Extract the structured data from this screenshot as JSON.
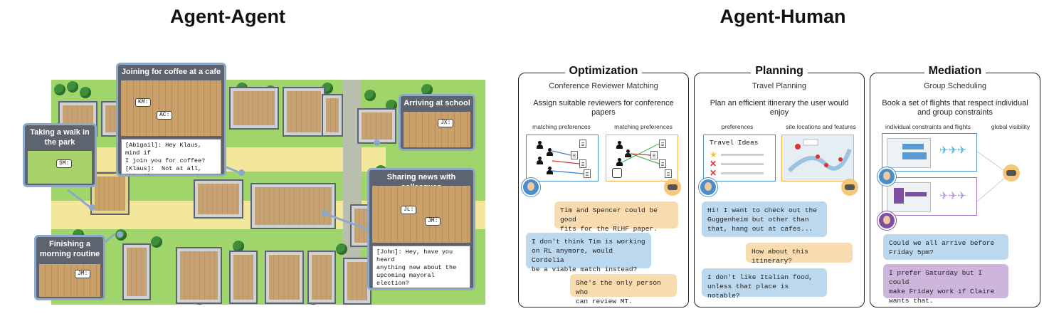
{
  "left_title": "Agent-Agent",
  "right_title": "Agent-Human",
  "map": {
    "callouts": [
      {
        "title": "Joining for coffee at a cafe",
        "tags": [
          "KM:",
          "AC:"
        ],
        "dialog": "[Abigail]: Hey Klaus, mind if\nI join you for coffee?\n[Klaus]:  Not at all, Abigail.\nHow are you?"
      },
      {
        "title": "Taking a walk in the park",
        "tags": [
          "SM:"
        ]
      },
      {
        "title": "Arriving at school",
        "tags": [
          "JX:"
        ]
      },
      {
        "title": "Sharing news with colleagues",
        "tags": [
          "JL:",
          "JM:"
        ],
        "dialog": "[John]: Hey, have you heard\nanything new about the\nupcoming mayoral election?\n[Tom]: No, not really. Do you\nknow who is running?"
      },
      {
        "title": "Finishing a morning routine",
        "tags": [
          "JM:"
        ]
      }
    ]
  },
  "panels": [
    {
      "title": "Optimization",
      "subtitle": "Conference Reviewer Matching",
      "description": "Assign suitable reviewers for conference papers",
      "captions": [
        "matching preferences",
        "matching preferences"
      ],
      "messages": [
        {
          "from": "agent",
          "text": "Tim and Spencer could be good\nfits for the RLHF paper."
        },
        {
          "from": "human",
          "text": "I don't think Tim is working\non RL anymore, would Cordelia\nbe a viable match instead?"
        },
        {
          "from": "agent",
          "text": "She's the only person who\ncan review MT."
        }
      ]
    },
    {
      "title": "Planning",
      "subtitle": "Travel Planning",
      "description": "Plan an efficient itinerary the user would enjoy",
      "captions": [
        "preferences",
        "site locations and features"
      ],
      "card_title": "Travel Ideas",
      "messages": [
        {
          "from": "human",
          "text": "Hi! I want to check out the\nGuggenheim but other than\nthat, hang out at cafes..."
        },
        {
          "from": "agent",
          "text": "How about this itinerary?"
        },
        {
          "from": "human",
          "text": "I don't like Italian food,\nunless that place is notable?"
        }
      ]
    },
    {
      "title": "Mediation",
      "subtitle": "Group Scheduling",
      "description": "Book a set of flights that respect individual and group constraints",
      "captions": [
        "individual constraints and flights",
        "global visibility"
      ],
      "messages": [
        {
          "from": "human",
          "text": "Could we all arrive before\nFriday 5pm?"
        },
        {
          "from": "human2",
          "text": "I prefer Saturday but I could\nmake Friday work if Claire\nwants that."
        }
      ]
    }
  ],
  "colors": {
    "human": "#bcd8ee",
    "agent": "#f8dcb0",
    "human2": "#cdb5dc",
    "callout_border": "#8ea8c8"
  }
}
